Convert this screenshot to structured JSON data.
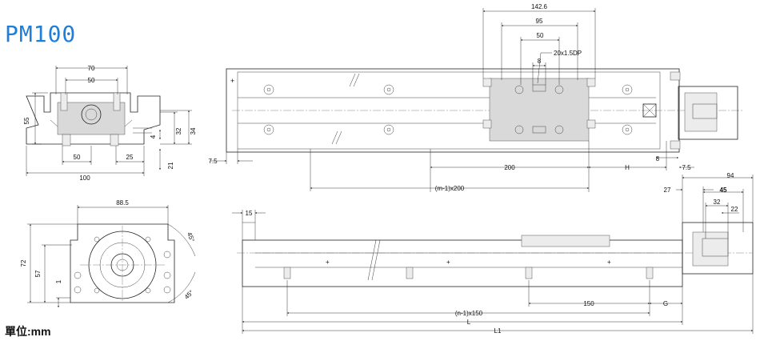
{
  "title": "PM100",
  "unit_label": "單位:mm",
  "colors": {
    "title": "#1f7fd6",
    "line": "#222222",
    "fill": "#d9d9d9"
  },
  "dims": {
    "front_width_top": "70",
    "front_width_inner": "50",
    "front_height": "55",
    "front_h4": "4",
    "front_h32": "32",
    "front_h34": "34",
    "front_h21": "21",
    "front_bottom_50": "50",
    "front_bottom_25": "25",
    "front_bottom_100": "100",
    "end_width": "88.5",
    "end_h72": "72",
    "end_h57": "57",
    "end_h1": "1",
    "end_angle_1": "45°",
    "end_angle_2": "45°",
    "top_142": "142.6",
    "top_95": "95",
    "top_50": "50",
    "top_8": "8",
    "top_tap": "20x1.5DP",
    "top_left_75": "7.5",
    "top_200": "200",
    "top_H": "H",
    "top_8b": "8",
    "top_right_75": "7.5",
    "top_m1x200": "(m-1)x200",
    "side_15": "15",
    "side_150": "150",
    "side_G": "G",
    "side_n1x150": "(n-1)x150",
    "side_L": "L",
    "side_L1": "L1",
    "motor_94": "94",
    "motor_27": "27",
    "motor_45": "45",
    "motor_32": "32",
    "motor_22": "22"
  }
}
